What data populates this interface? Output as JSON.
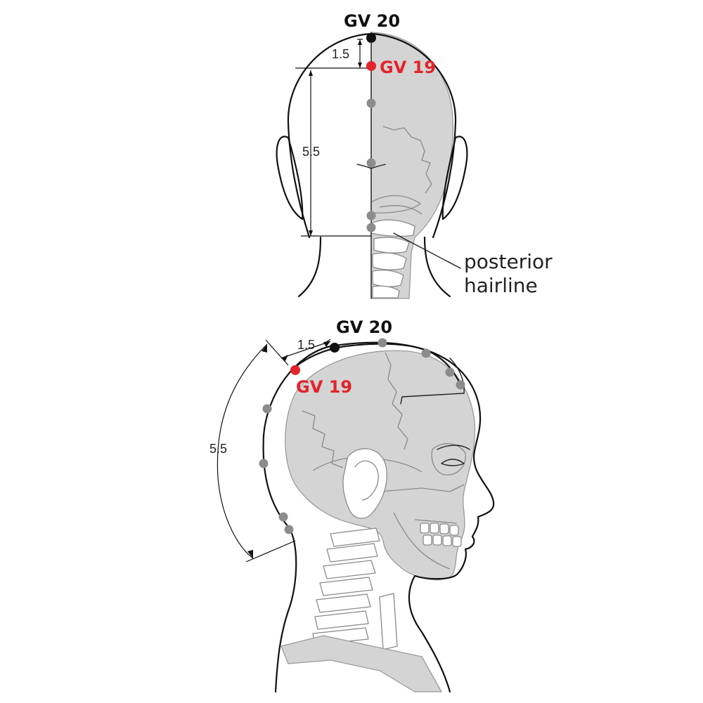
{
  "colors": {
    "gv20": "#111111",
    "gv19": "#e3242b",
    "other_points": "#8c8c8c",
    "skull_fill": "#d4d4d4"
  },
  "back_view": {
    "gv20_label": "GV 20",
    "gv19_label": "GV 19",
    "dim_upper": "1.5",
    "dim_lower": "5.5",
    "hairline_label_line1": "posterior",
    "hairline_label_line2": "hairline"
  },
  "side_view": {
    "gv20_label": "GV 20",
    "gv19_label": "GV 19",
    "dim_upper": "1.5",
    "dim_lower": "5.5"
  }
}
